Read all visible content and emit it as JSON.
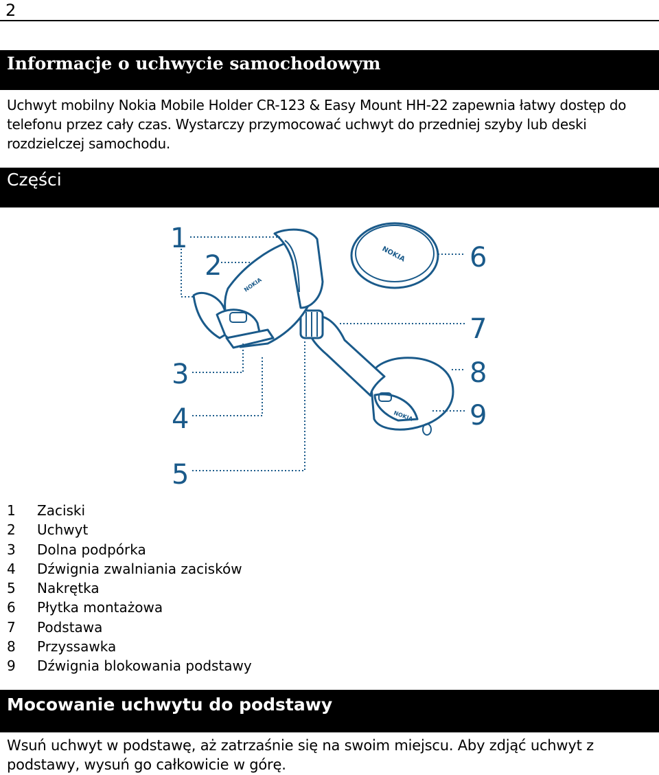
{
  "page": {
    "number": "2"
  },
  "sections": [
    {
      "heading": "Informacje o uchwycie samochodowym",
      "text": "Uchwyt mobilny Nokia Mobile Holder CR-123 & Easy Mount HH-22 zapewnia łatwy dostęp do telefonu przez cały czas. Wystarczy przymocować uchwyt do przedniej szyby lub deski rozdzielczej samochodu."
    },
    {
      "heading": "Części"
    },
    {
      "heading": "Mocowanie uchwytu do podstawy",
      "text": "Wsuń uchwyt w podstawę, aż zatrzaśnie się na swoim miejscu. Aby zdjąć uchwyt z podstawy, wysuń go całkowicie w górę."
    }
  ],
  "figure": {
    "callouts": [
      "1",
      "2",
      "3",
      "4",
      "5",
      "6",
      "7",
      "8",
      "9"
    ],
    "brand_marks": [
      "NOKIA",
      "NOKIA",
      "NOKIA"
    ],
    "line_color": "#1a5a8a"
  },
  "parts": [
    {
      "num": "1",
      "label": "Zaciski"
    },
    {
      "num": "2",
      "label": "Uchwyt"
    },
    {
      "num": "3",
      "label": "Dolna podpórka"
    },
    {
      "num": "4",
      "label": "Dźwignia zwalniania zacisków"
    },
    {
      "num": "5",
      "label": "Nakrętka"
    },
    {
      "num": "6",
      "label": "Płytka montażowa"
    },
    {
      "num": "7",
      "label": "Podstawa"
    },
    {
      "num": "8",
      "label": "Przyssawka"
    },
    {
      "num": "9",
      "label": "Dźwignia blokowania podstawy"
    }
  ]
}
